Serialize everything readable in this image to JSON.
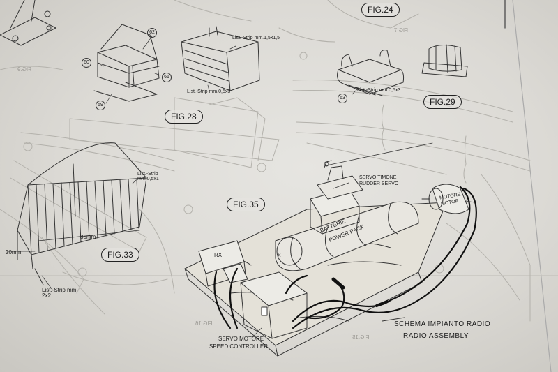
{
  "figures": {
    "fig24": "FIG.24",
    "fig28": "FIG.28",
    "fig29": "FIG.29",
    "fig33": "FIG.33",
    "fig35": "FIG.35",
    "fig16": "FIG.16",
    "fig15": "FIG.15",
    "fig9": "FIG.9",
    "fig7": "FIG.7"
  },
  "parts": {
    "p62": "62",
    "p60": "60",
    "p61": "61",
    "p59": "59",
    "p63": "63"
  },
  "strips": {
    "strip_15x15": "List.-Strip mm.1,5x1,5",
    "strip_05x3": "List.-Strip mm.0,5x3",
    "strip_05x3_fig29": "List.-Strip mm.0,5x3",
    "strip_05x1": "List.-Strip mm.0,5x1",
    "strip_2x2": "List.-Strip mm 2x2"
  },
  "dimensions": {
    "length": "85mm",
    "width": "20mm"
  },
  "components": {
    "servo_timone": "SERVO TIMONE",
    "rudder_servo": "RUDDER SERVO",
    "motore": "MOTORE",
    "motor": "MOTOR",
    "batterie": "BATTERIE",
    "power_pack": "POWER PACK",
    "rx": "RX",
    "x": "X",
    "servo_motore": "SERVO MOTORE",
    "speed_controller": "SPEED CONTROLLER"
  },
  "headings": {
    "schema_it": "SCHEMA IMPIANTO RADIO",
    "schema_en": "RADIO ASSEMBLY"
  }
}
